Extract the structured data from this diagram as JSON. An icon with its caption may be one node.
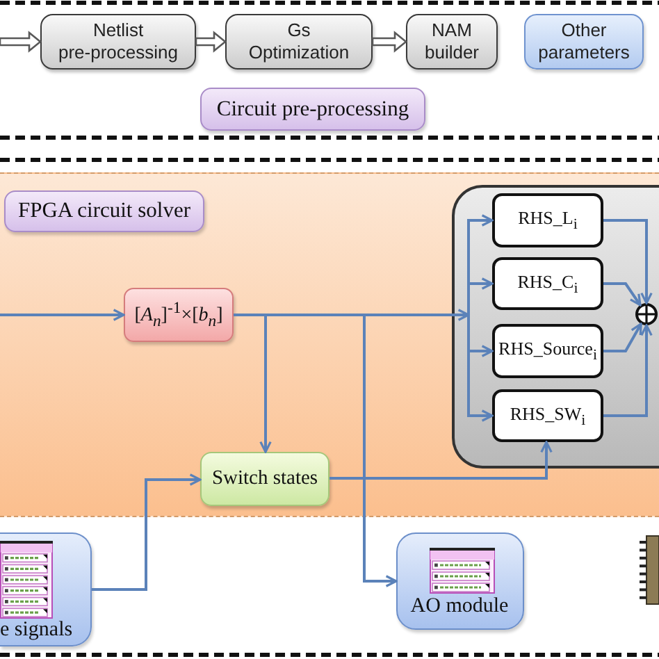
{
  "diagram": {
    "nodes": [
      {
        "text": [
          "Netlist pre-processing"
        ]
      },
      {
        "text": [
          "Gs Optimization"
        ]
      },
      {
        "text": [
          "NAM builder"
        ]
      },
      {
        "text": [
          "Other parameters"
        ]
      },
      {
        "text": [
          "Circuit pre-processing"
        ]
      },
      {
        "text": [
          "FPGA circuit solver"
        ]
      },
      {
        "text": [
          "[*A*$_{n}$]$^{-1}$×[*b*$_{n}$]"
        ]
      },
      {
        "text": [],
        "shape": "box"
      },
      {
        "text": [
          "RHS_L$_{i}$"
        ],
        "in": 7
      },
      {
        "text": [
          "RHS_C$_{i}$"
        ],
        "in": 7
      },
      {
        "text": [
          "RHS_Source$_{i}$"
        ],
        "in": 7
      },
      {
        "text": [
          "RHS_SW$_{i}$"
        ],
        "in": 7
      },
      {
        "text": [],
        "shape": "circle",
        "in": 7
      },
      {
        "text": [
          "Switch states"
        ]
      },
      {
        "text": [
          "e signals"
        ]
      },
      {
        "text": [
          "AO module"
        ]
      }
    ],
    "edges": [
      {
        "from": null,
        "to": 0,
        "arrow": "to",
        "style": "thick",
        "color": "#595959"
      },
      {
        "from": 0,
        "to": 1,
        "arrow": "to",
        "style": "thick",
        "color": "#595959"
      },
      {
        "from": 1,
        "to": 2,
        "arrow": "to",
        "style": "thick",
        "color": "#595959"
      },
      {
        "from": null,
        "to": 6,
        "arrow": "to"
      },
      {
        "from": 6,
        "to": 8,
        "arrow": "to"
      },
      {
        "from": 6,
        "to": 9,
        "arrow": "to"
      },
      {
        "from": 6,
        "to": 10,
        "arrow": "to"
      },
      {
        "from": 6,
        "to": 11,
        "arrow": "to"
      },
      {
        "from": 6,
        "to": 13,
        "arrow": "to"
      },
      {
        "from": 6,
        "to": 15,
        "arrow": "to"
      },
      {
        "from": 13,
        "to": 11,
        "arrow": "to"
      },
      {
        "from": 14,
        "to": 13,
        "arrow": "to"
      },
      {
        "from": 8,
        "to": 12,
        "arrow": "to"
      },
      {
        "from": 9,
        "to": 12,
        "arrow": "to"
      },
      {
        "from": 10,
        "to": 12,
        "arrow": "to"
      },
      {
        "from": 11,
        "to": 12,
        "arrow": "to"
      }
    ]
  }
}
